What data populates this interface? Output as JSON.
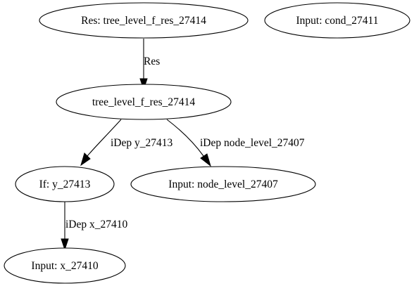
{
  "graph": {
    "nodes": [
      {
        "id": "res_node",
        "label": "Res: tree_level_f_res_27414"
      },
      {
        "id": "cond_node",
        "label": "Input: cond_27411"
      },
      {
        "id": "tree_node",
        "label": "tree_level_f_res_27414"
      },
      {
        "id": "if_node",
        "label": "If: y_27413"
      },
      {
        "id": "node_level_node",
        "label": "Input: node_level_27407"
      },
      {
        "id": "x_node",
        "label": "Input: x_27410"
      }
    ],
    "edges": [
      {
        "id": "edge_res_tree",
        "from": "res_node",
        "to": "tree_node",
        "label": "Res"
      },
      {
        "id": "edge_tree_if",
        "from": "tree_node",
        "to": "if_node",
        "label": "iDep y_27413"
      },
      {
        "id": "edge_tree_node_level",
        "from": "tree_node",
        "to": "node_level_node",
        "label": "iDep node_level_27407"
      },
      {
        "id": "edge_if_x",
        "from": "if_node",
        "to": "x_node",
        "label": "iDep x_27410"
      }
    ]
  }
}
